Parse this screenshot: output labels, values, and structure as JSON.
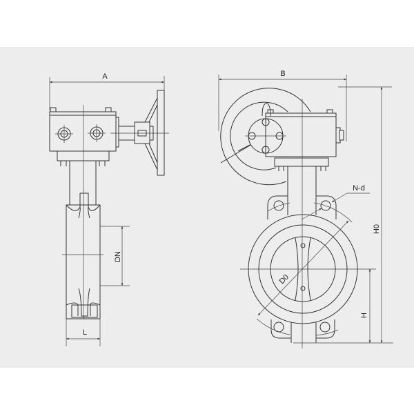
{
  "labels": {
    "side_width": "A",
    "front_width": "B",
    "nominal_diameter": "DN",
    "face_length": "L",
    "bolt_holes": "N-d",
    "bolt_circle_diameter": "D0",
    "total_height": "H0",
    "center_height": "H"
  },
  "colors": {
    "background_band": "#ededed",
    "line": "#333333"
  }
}
